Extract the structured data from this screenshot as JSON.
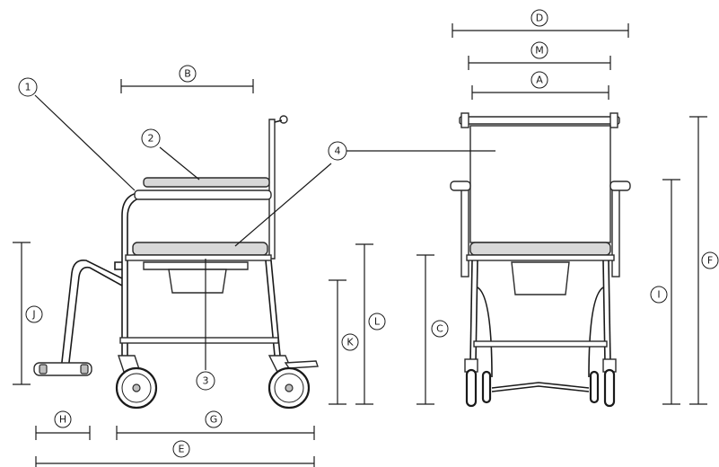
{
  "parts": [
    {
      "id": "part-1",
      "label": "1"
    },
    {
      "id": "part-2",
      "label": "2"
    },
    {
      "id": "part-3",
      "label": "3"
    },
    {
      "id": "part-4",
      "label": "4"
    }
  ],
  "dimensions": [
    {
      "id": "dim-a",
      "label": "A"
    },
    {
      "id": "dim-b",
      "label": "B"
    },
    {
      "id": "dim-c",
      "label": "C"
    },
    {
      "id": "dim-d",
      "label": "D"
    },
    {
      "id": "dim-e",
      "label": "E"
    },
    {
      "id": "dim-f",
      "label": "F"
    },
    {
      "id": "dim-g",
      "label": "G"
    },
    {
      "id": "dim-h",
      "label": "H"
    },
    {
      "id": "dim-i",
      "label": "I"
    },
    {
      "id": "dim-j",
      "label": "J"
    },
    {
      "id": "dim-k",
      "label": "K"
    },
    {
      "id": "dim-l",
      "label": "L"
    },
    {
      "id": "dim-m",
      "label": "M"
    }
  ]
}
